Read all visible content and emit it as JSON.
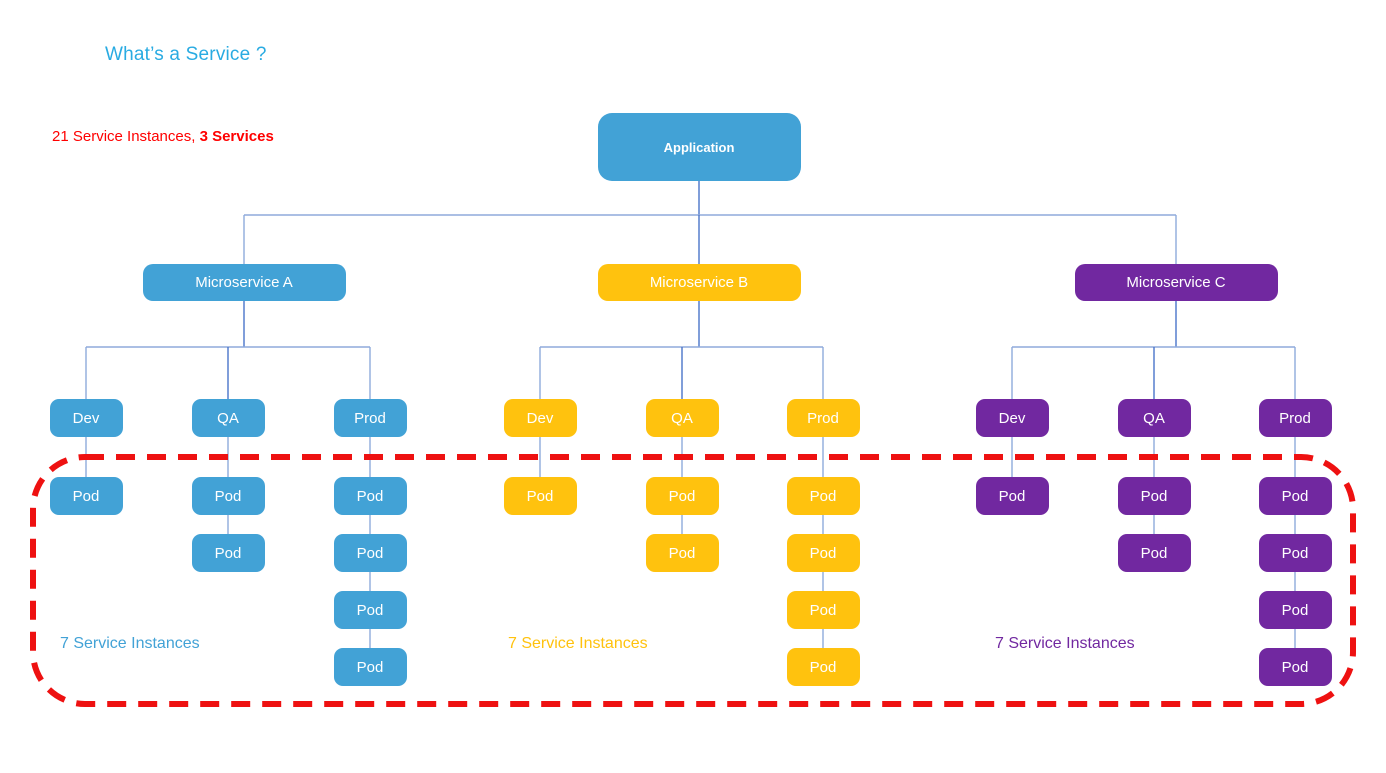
{
  "title": {
    "text": "What’s a Service ?",
    "color": "#29ABE2"
  },
  "summary": {
    "normal": "21 Service Instances, ",
    "bold": "3 Services",
    "color": "#FF0000"
  },
  "application": {
    "label": "Application",
    "color": "#42A2D6"
  },
  "highlight_box": {
    "color": "#EE1111"
  },
  "connector_colors": {
    "dark": "#4A74C9",
    "light": "#8FAADC"
  },
  "sections": [
    {
      "name": "Microservice A",
      "color": "#42A2D6",
      "instances_label": "7 Service Instances",
      "environments": [
        {
          "label": "Dev",
          "pods": [
            "Pod"
          ]
        },
        {
          "label": "QA",
          "pods": [
            "Pod",
            "Pod"
          ]
        },
        {
          "label": "Prod",
          "pods": [
            "Pod",
            "Pod",
            "Pod",
            "Pod"
          ]
        }
      ]
    },
    {
      "name": "Microservice B",
      "color": "#FFC20E",
      "instances_label": "7 Service Instances",
      "environments": [
        {
          "label": "Dev",
          "pods": [
            "Pod"
          ]
        },
        {
          "label": "QA",
          "pods": [
            "Pod",
            "Pod"
          ]
        },
        {
          "label": "Prod",
          "pods": [
            "Pod",
            "Pod",
            "Pod",
            "Pod"
          ]
        }
      ]
    },
    {
      "name": "Microservice C",
      "color": "#7128A0",
      "instances_label": "7 Service Instances",
      "environments": [
        {
          "label": "Dev",
          "pods": [
            "Pod"
          ]
        },
        {
          "label": "QA",
          "pods": [
            "Pod",
            "Pod"
          ]
        },
        {
          "label": "Prod",
          "pods": [
            "Pod",
            "Pod",
            "Pod",
            "Pod"
          ]
        }
      ]
    }
  ]
}
